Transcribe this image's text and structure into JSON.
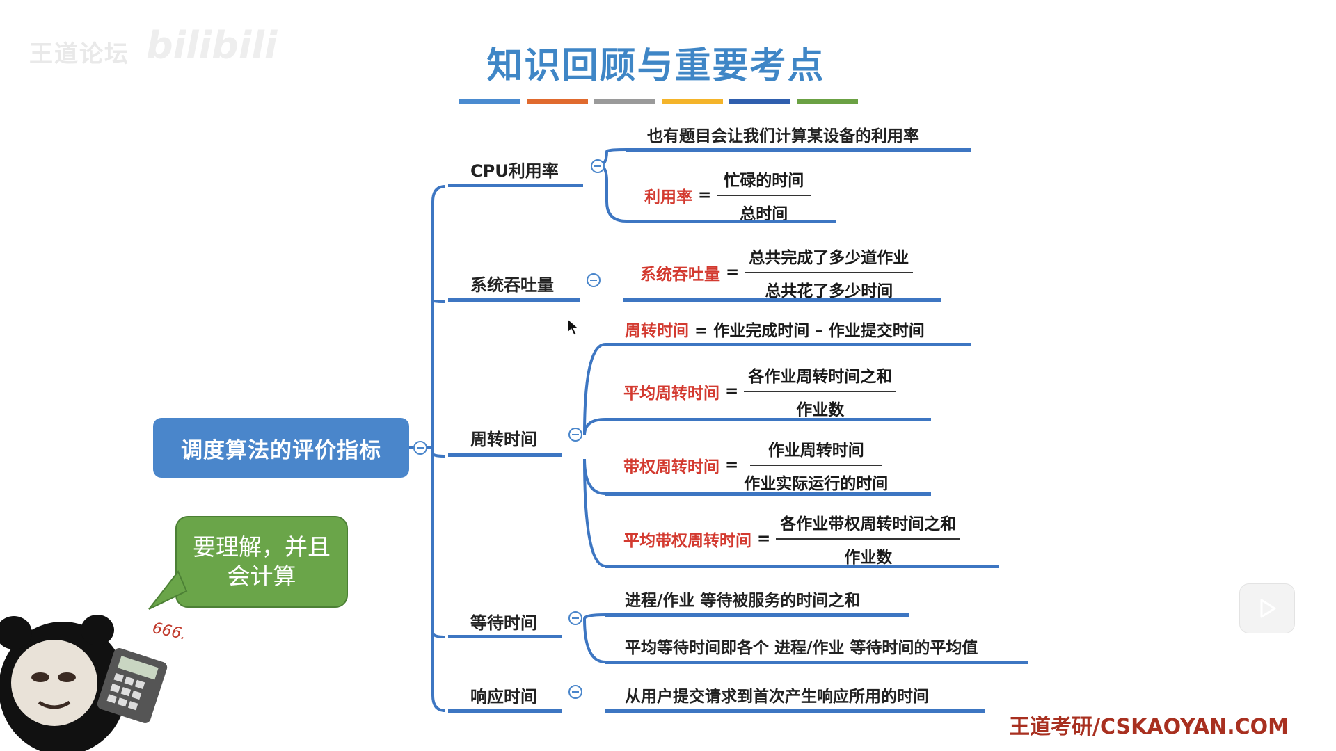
{
  "watermark": {
    "text": "王道论坛",
    "logo": "bilibili"
  },
  "title": "知识回顾与重要考点",
  "colors": {
    "accent": "#3f86c6",
    "root": "#4a86cb",
    "line": "#3d76c2",
    "highlight": "#d33a30",
    "bubble": "#6aa549",
    "bars": [
      "#4a8bd0",
      "#e06a2e",
      "#9a9a9a",
      "#f4b42a",
      "#2f5fae",
      "#6ba144"
    ]
  },
  "root": {
    "label": "调度算法的评价指标"
  },
  "branches": {
    "cpu": {
      "label": "CPU利用率",
      "note": "也有题目会让我们计算某设备的利用率",
      "formula": {
        "name": "利用率",
        "eq": "=",
        "num": "忙碌的时间",
        "den": "总时间"
      }
    },
    "throughput": {
      "label": "系统吞吐量",
      "formula": {
        "name": "系统吞吐量",
        "eq": "=",
        "num": "总共完成了多少道作业",
        "den": "总共花了多少时间"
      }
    },
    "turnaround": {
      "label": "周转时间",
      "f1": {
        "name": "周转时间",
        "rest": " = 作业完成时间 – 作业提交时间"
      },
      "f2": {
        "name": "平均周转时间",
        "eq": "=",
        "num": "各作业周转时间之和",
        "den": "作业数"
      },
      "f3": {
        "name": "带权周转时间",
        "eq": "=",
        "num": "作业周转时间",
        "den": "作业实际运行的时间"
      },
      "f4": {
        "name": "平均带权周转时间",
        "eq": "=",
        "num": "各作业带权周转时间之和",
        "den": "作业数"
      }
    },
    "waiting": {
      "label": "等待时间",
      "l1": "进程/作业 等待被服务的时间之和",
      "l2": "平均等待时间即各个 进程/作业 等待时间的平均值"
    },
    "response": {
      "label": "响应时间",
      "l1": "从用户提交请求到首次产生响应所用的时间"
    }
  },
  "bubble": {
    "text": "要理解，并且会计算"
  },
  "sticker": {
    "text": "666."
  },
  "brand": "王道考研/CSKAOYAN.COM"
}
